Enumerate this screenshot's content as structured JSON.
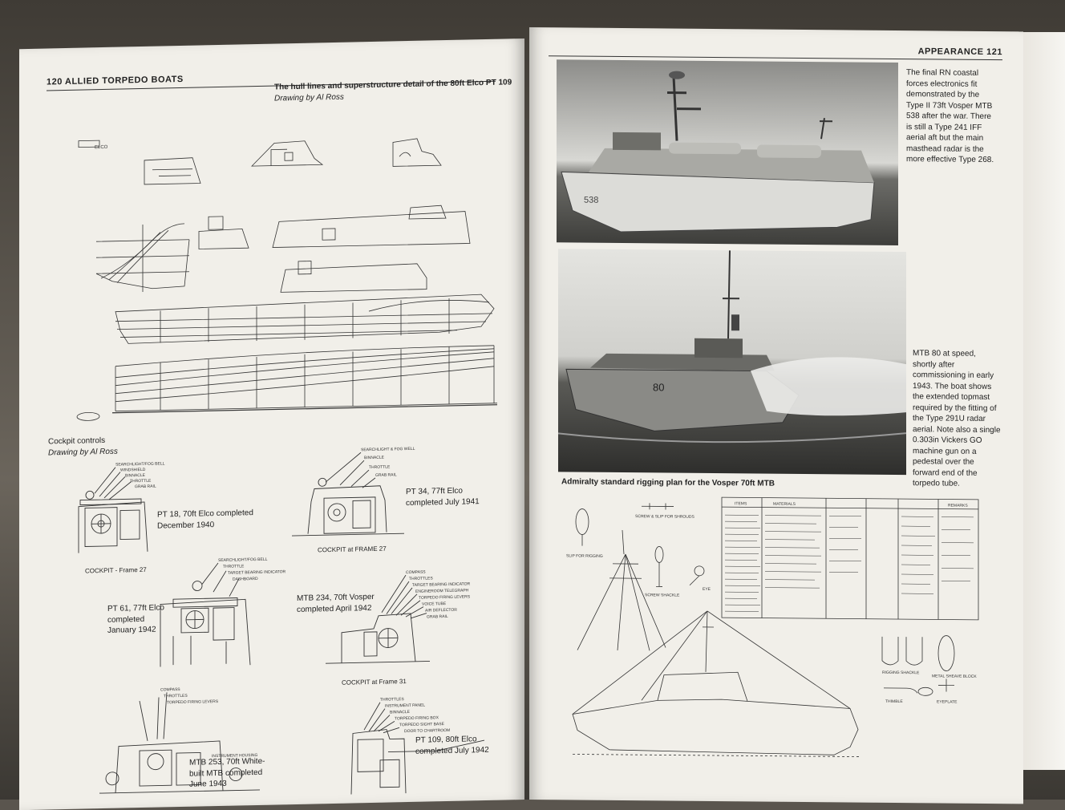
{
  "left_page": {
    "header_page_number": "120",
    "header_title": "ALLIED TORPEDO BOATS",
    "hull_caption_line1": "The hull lines and superstructure detail of the 80ft Elco PT 109",
    "hull_caption_line2": "Drawing by Al Ross",
    "cockpit_title": "Cockpit controls",
    "cockpit_credit": "Drawing by Al Ross",
    "captions": {
      "pt18": "PT 18, 70ft Elco completed December 1940",
      "pt34": "PT 34, 77ft Elco completed July 1941",
      "pt61": "PT 61, 77ft Elco completed January 1942",
      "mtb234": "MTB 234, 70ft Vosper completed April 1942",
      "mtb253": "MTB 253, 70ft White-built MTB completed June 1943",
      "pt109": "PT 109, 80ft Elco completed July 1942"
    },
    "drawing_labels": {
      "cockpit_frame27a": "COCKPIT - Frame 27",
      "cockpit_frame27b": "COCKPIT at FRAME 27",
      "cockpit_frame31": "COCKPIT at Frame 31",
      "searchlight_fog_bell": "SEARCHLIGHT/FOG BELL",
      "windshield": "WINDSHIELD",
      "binnacle": "BINNACLE",
      "throttle": "THROTTLE",
      "grab_rail": "GRAB RAIL",
      "searchlight_fog_well": "SEARCHLIGHT & FOG WELL",
      "target_bearing": "TARGET BEARING INDICATOR",
      "dashboard": "DASHBOARD",
      "compass": "COMPASS",
      "throttles": "THROTTLES",
      "engineroom_telegraph": "ENGINEROOM TELEGRAPH",
      "torpedo_firing_levers": "TORPEDO FIRING LEVERS",
      "voice_tube": "VOICE TUBE",
      "air_deflector": "AIR DEFLECTOR",
      "instrument_panel": "INSTRUMENT PANEL",
      "torpedo_firing_box": "TORPEDO FIRING BOX",
      "torpedo_sight_base": "TORPEDO SIGHT BASE",
      "door_to_chartroom": "DOOR TO CHARTROOM",
      "instrument_housing": "INSTRUMENT HOUSING",
      "elco_stamp": "ELCO"
    }
  },
  "right_page": {
    "header_title": "APPEARANCE",
    "header_page_number": "121",
    "caption_mtb538": "The final RN coastal forces electronics fit demonstrated by the Type II 73ft Vosper MTB 538 after the war. There is still a Type 241 IFF aerial aft but the main masthead radar is the more effective Type 268.",
    "caption_mtb80": "MTB 80 at speed, shortly after commissioning in early 1943. The boat shows the extended topmast required by the fitting of the Type 291U radar aerial. Note also a single 0.303in Vickers GO machine gun on a pedestal over the forward end of the torpedo tube.",
    "hull_number_538": "538",
    "hull_number_80": "80",
    "rigging_title": "Admiralty standard rigging plan for the Vosper 70ft MTB",
    "rigging_labels": {
      "slip_for_rigging": "SLIP FOR RIGGING",
      "screw_slip": "SCREW & SLIP FOR SHROUDS",
      "screw_shackle": "SCREW SHACKLE",
      "eye": "EYE",
      "thimble": "THIMBLE",
      "metal_sheave_block": "METAL SHEAVE BLOCK",
      "eyeplate": "EYEPLATE",
      "rigging_shackle": "RIGGING SHACKLE",
      "items": "ITEMS",
      "materials": "MATERIALS",
      "remarks": "REMARKS"
    }
  },
  "colors": {
    "paper": "#f1efe9",
    "ink": "#222222",
    "photo_sky": "#cfcfcc",
    "photo_sea": "#4a4a47"
  }
}
